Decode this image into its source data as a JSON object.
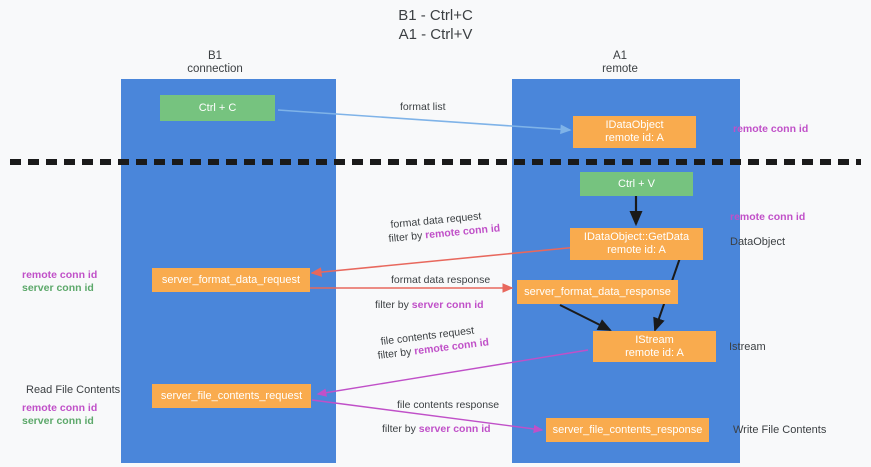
{
  "title": {
    "line1": "B1 - Ctrl+C",
    "line2": "A1 - Ctrl+V"
  },
  "columns": [
    {
      "name": "B1",
      "sub": "connection"
    },
    {
      "name": "A1",
      "sub": "remote"
    }
  ],
  "nodes": {
    "ctrl_c": "Ctrl + C",
    "ctrl_v": "Ctrl + V",
    "idataobject_title": "IDataObject",
    "idataobject_sub": "remote id: A",
    "getdata_title": "IDataObject::GetData",
    "getdata_sub": "remote id: A",
    "istream_title": "IStream",
    "istream_sub": "remote id: A",
    "server_format_data_request": "server_format_data_request",
    "server_format_data_response": "server_format_data_response",
    "server_file_contents_request": "server_file_contents_request",
    "server_file_contents_response": "server_file_contents_response"
  },
  "edges": {
    "format_list": "format list",
    "format_data_request": "format data request",
    "format_data_response": "format data response",
    "file_contents_request": "file contents request",
    "file_contents_response": "file contents response",
    "filter_by": "filter by",
    "remote_conn_id": "remote conn id",
    "server_conn_id": "server conn id"
  },
  "left_annotations": {
    "remote_conn_id": "remote conn id",
    "server_conn_id": "server conn id",
    "read_file_contents": "Read File Contents"
  },
  "right_annotations": {
    "remote_conn_id_top": "remote conn id",
    "remote_conn_id_mid": "remote conn id",
    "data_object": "DataObject",
    "istream": "Istream",
    "write_file_contents": "Write File Contents"
  },
  "colors": {
    "lane": "#4a86da",
    "green_node": "#76c37f",
    "orange_node": "#f9ab4e",
    "magenta": "#c050c8",
    "green_text": "#5ca86a",
    "blue_arrow": "#7fb3e8",
    "red_arrow": "#e8685d",
    "black_arrow": "#1a1a1a",
    "divider": "#1a1a1a",
    "background": "#f8f9fa"
  }
}
